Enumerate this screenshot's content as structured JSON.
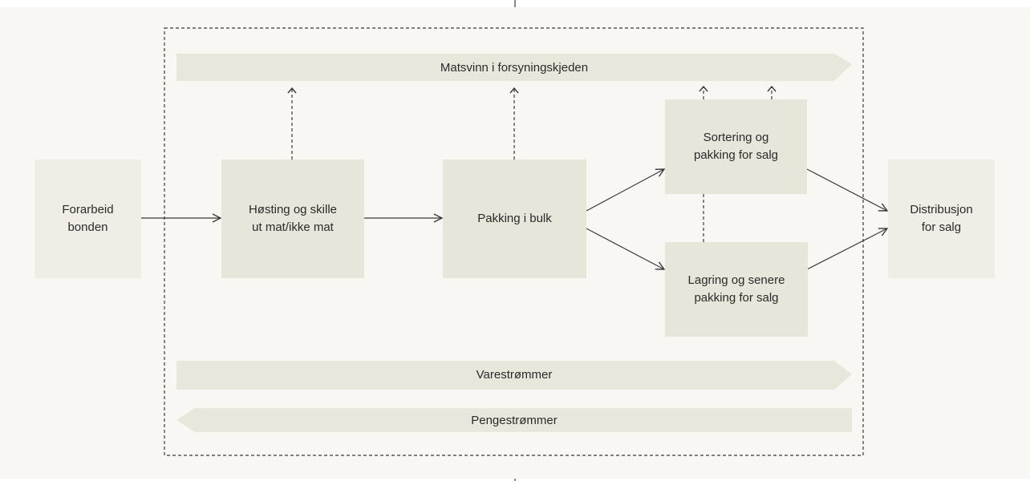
{
  "diagram": {
    "bands": {
      "top": "Matsvinn i forsyningskjeden",
      "goods": "Varestrømmer",
      "money": "Pengestrømmer"
    },
    "nodes": {
      "forarbeid": "Forarbeid\nbonden",
      "hosting": "Høsting og skille\nut mat/ikke mat",
      "pakking_bulk": "Pakking i bulk",
      "sortering": "Sortering og\npakking for salg",
      "lagring": "Lagring og senere\npakking for salg",
      "distribusjon": "Distribusjon\nfor salg"
    }
  },
  "colors": {
    "background": "#f8f7f3",
    "box_light": "#efede6",
    "box_mid": "#e8e5da",
    "band": "#e9e6dc",
    "line": "#3a3a3a",
    "text": "#2a2a2a"
  }
}
